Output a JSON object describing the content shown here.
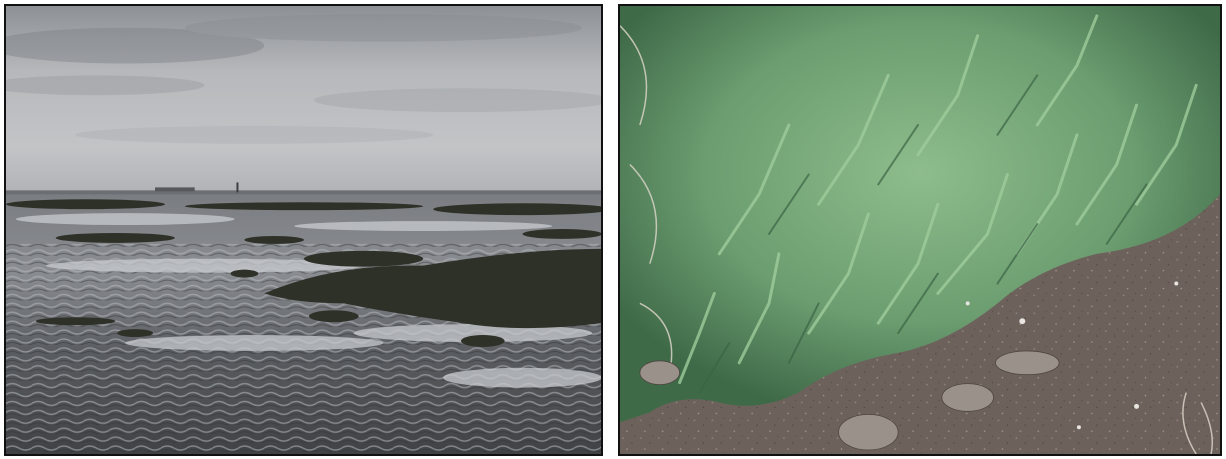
{
  "figure": {
    "panels": [
      {
        "id": "left",
        "subject": "tidal-mudflat-with-salt-marsh-vegetation"
      },
      {
        "id": "right",
        "subject": "samphire-succulent-plants-on-sandy-soil"
      }
    ],
    "colors": {
      "sky": "#b7b9bc",
      "mud": "#4d4f52",
      "marsh": "#2f3227",
      "water_highlight": "#c9ccd0",
      "plant_green": "#6fa374",
      "soil": "#6d625b",
      "border": "#111111"
    }
  }
}
